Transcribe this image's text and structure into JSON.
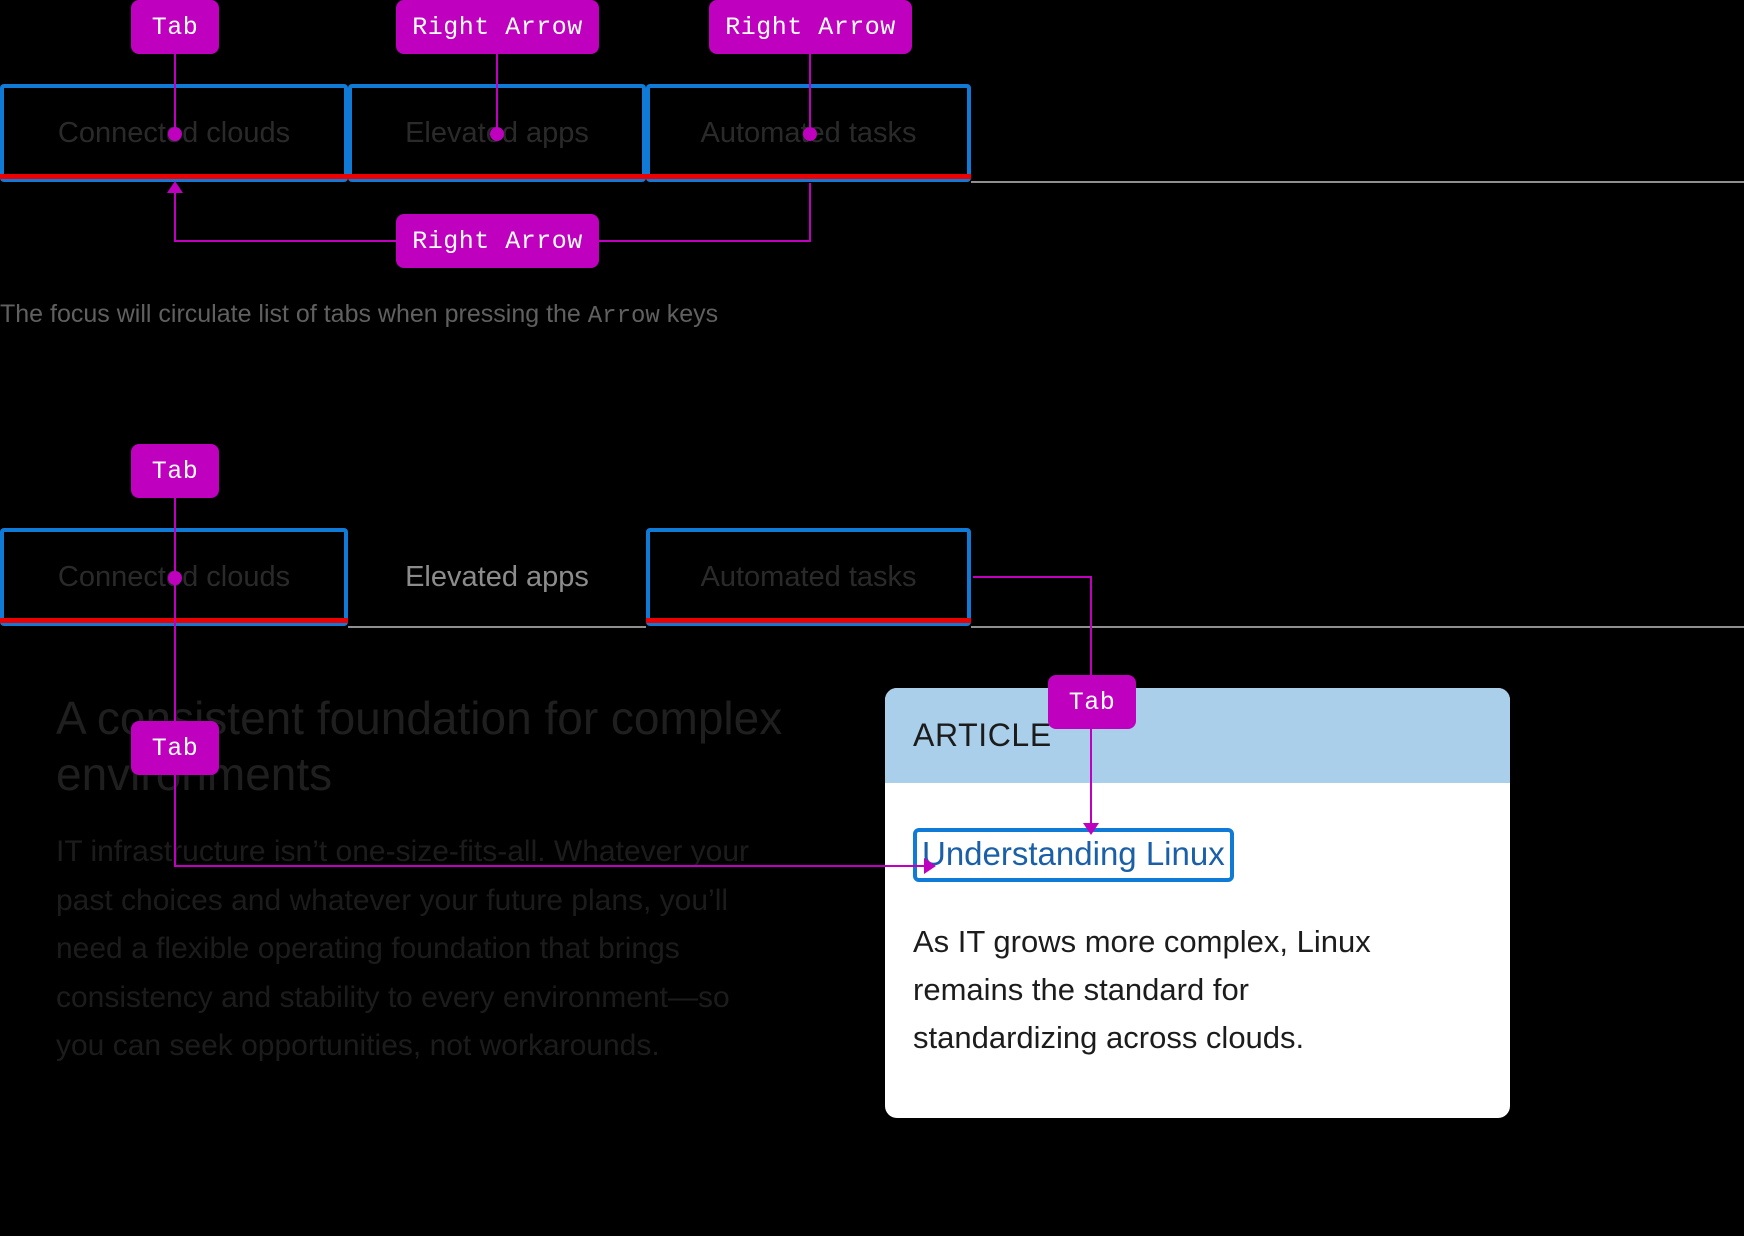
{
  "colors": {
    "background": "#000000",
    "key_badge": "#BF00BF",
    "focus_outline": "#0f7bd6",
    "active_tab_underline": "#ee0000",
    "tab_baseline": "#8f8f8f",
    "card_header": "#AACFEA",
    "card_background": "#FFFFFF",
    "link": "#1a5fa8"
  },
  "section_one": {
    "keys": [
      {
        "label": "Tab"
      },
      {
        "label": "Right Arrow"
      },
      {
        "label": "Right Arrow"
      },
      {
        "label": "Right Arrow"
      }
    ],
    "tabs": [
      {
        "label": "Connected clouds",
        "focused": true,
        "active": true
      },
      {
        "label": "Elevated apps",
        "focused": true,
        "active": true
      },
      {
        "label": "Automated tasks",
        "focused": true,
        "active": true
      }
    ],
    "caption_before": "The focus will circulate list of tabs when pressing the ",
    "caption_mono": "Arrow",
    "caption_after": " keys"
  },
  "section_two": {
    "keys": [
      {
        "label": "Tab"
      },
      {
        "label": "Tab"
      },
      {
        "label": "Tab"
      }
    ],
    "tabs": [
      {
        "label": "Connected clouds",
        "focused": true,
        "active": true
      },
      {
        "label": "Elevated apps",
        "focused": false,
        "active": false
      },
      {
        "label": "Automated tasks",
        "focused": true,
        "active": true
      }
    ],
    "hero": {
      "title": "A consistent foundation for complex environments",
      "body": "IT infrastructure isn’t one-size-fits-all. Whatever your past choices and whatever your future plans, you’ll need a flexible operating foundation that brings consistency and stability to every environment—so you can seek opportunities, not workarounds."
    },
    "card": {
      "eyebrow": "ARTICLE",
      "link_label": "Understanding Linux",
      "body": "As IT grows more complex, Linux remains the standard for standardizing across clouds."
    }
  }
}
